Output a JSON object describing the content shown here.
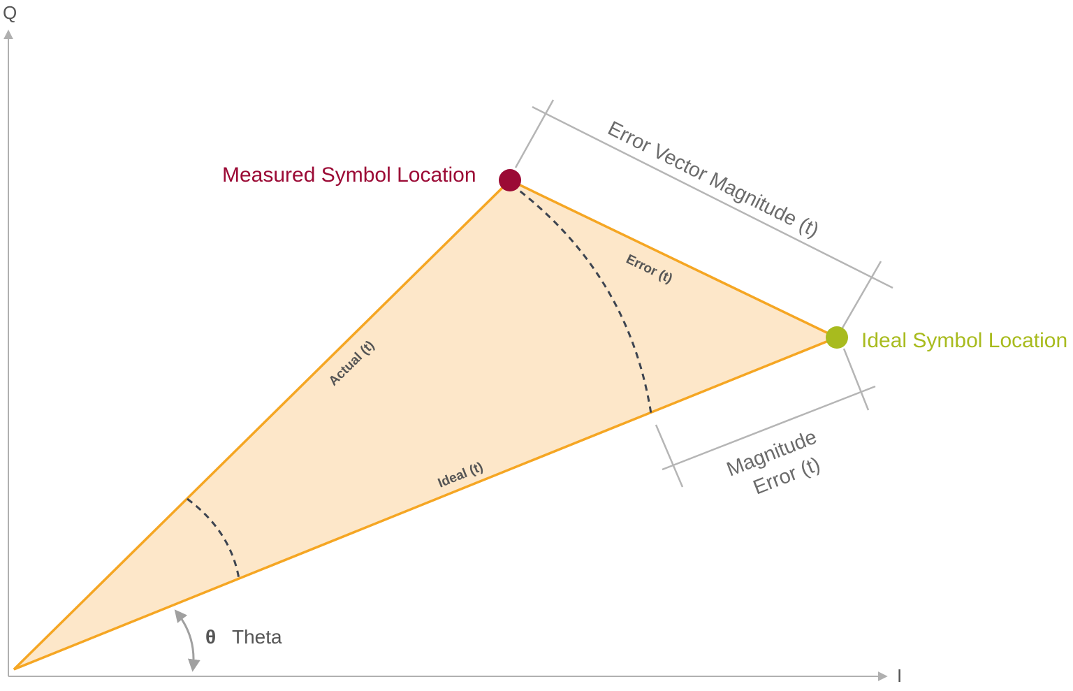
{
  "axes": {
    "q_label": "Q",
    "i_label": "I"
  },
  "points": {
    "measured": {
      "label": "Measured Symbol Location",
      "color": "#9b0a35"
    },
    "ideal": {
      "label": "Ideal Symbol Location",
      "color": "#a8bb1e"
    }
  },
  "sides": {
    "actual": "Actual (t)",
    "ideal": "Ideal (t)",
    "error": "Error (t)"
  },
  "dimensions": {
    "evm": "Error Vector Magnitude (t)",
    "magnitude_error_line1": "Magnitude",
    "magnitude_error_line2": "Error (t)"
  },
  "angle": {
    "symbol": "θ",
    "label": "Theta"
  },
  "colors": {
    "triangle_fill": "#fde7c9",
    "triangle_stroke": "#f5a623",
    "axis": "#b0b0b0",
    "dim_line": "#b5b5b5",
    "dashed_arc": "#3d4450",
    "text": "#555555"
  }
}
